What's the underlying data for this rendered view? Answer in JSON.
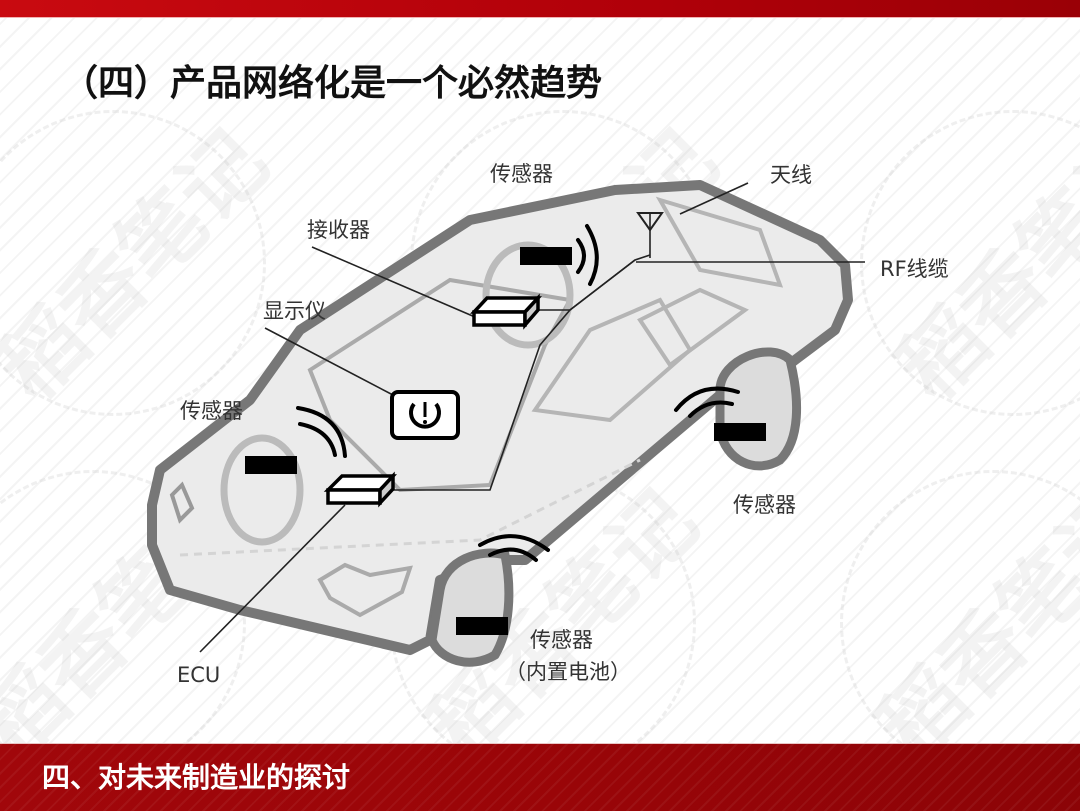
{
  "slide": {
    "title": "（四）产品网络化是一个必然趋势",
    "footer": "四、对未来制造业的探讨",
    "watermark": "稻香笔记"
  },
  "diagram": {
    "labels": {
      "sensor_top": "传感器",
      "antenna": "天线",
      "receiver": "接收器",
      "rf_cable": "RF线缆",
      "display": "显示仪",
      "sensor_left": "传感器",
      "sensor_right": "传感器",
      "ecu": "ECU",
      "sensor_bottom": "传感器",
      "sensor_bottom_note": "（内置电池）"
    },
    "colors": {
      "car_fill": "#ebebeb",
      "car_outline": "#777777",
      "inner_lines": "#b0b0b0",
      "wheel_fill": "#dddddd",
      "sensor_block": "#000000",
      "brand_red": "#b00009"
    }
  }
}
